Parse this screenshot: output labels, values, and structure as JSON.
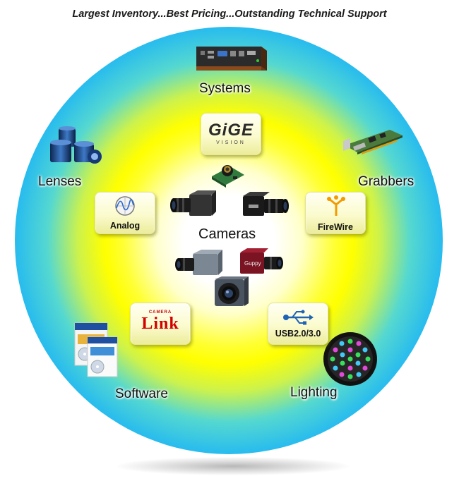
{
  "tagline": "Largest Inventory...Best Pricing...Outstanding Technical Support",
  "center": {
    "label": "Cameras"
  },
  "outer_categories": {
    "systems": "Systems",
    "lenses": "Lenses",
    "grabbers": "Grabbers",
    "software": "Software",
    "lighting": "Lighting"
  },
  "interfaces": {
    "gige_logo": "GiGE",
    "gige_sub": "VISION",
    "analog": "Analog",
    "firewire": "FireWire",
    "cameralink_small": "CAMERA",
    "cameralink_main": "Link",
    "usb": "USB2.0/3.0"
  },
  "camera_brand": "Guppy",
  "colors": {
    "ring_outer": "#22b8f2",
    "ring_mid": "#ffff00",
    "ring_center": "#ffffff",
    "tile": "#fbfbce",
    "cameralink_red": "#d40000",
    "usb_blue": "#1e63b5",
    "firewire_orange": "#f29a00"
  },
  "icons": {
    "systems": "embedded-pc-icon",
    "lenses": "lens-stack-icon",
    "grabbers": "frame-grabber-card-icon",
    "software": "software-box-icon",
    "lighting": "led-ring-light-icon",
    "analog": "waveform-oscilloscope-icon",
    "firewire": "firewire-symbol-icon",
    "usb": "usb-trident-icon"
  }
}
